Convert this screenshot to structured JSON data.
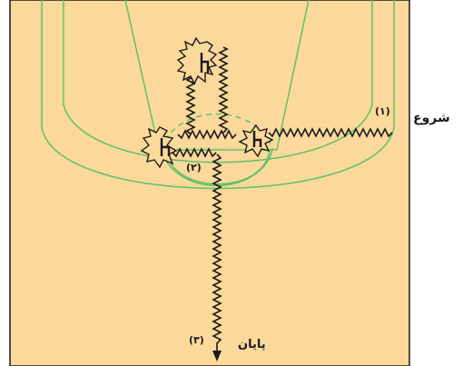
{
  "labels": {
    "start": "شروع",
    "finish": "پایان",
    "step1": "(۱)",
    "step2": "(۲)",
    "step3": "(۳)"
  },
  "colors": {
    "court_fill": "#fbd99a",
    "court_border": "#1a1a1a",
    "court_lines": "#5fbf6b",
    "path": "#1a1a1a"
  },
  "icons": [
    "cone-marker-top",
    "cone-marker-left",
    "cone-marker-right",
    "arrow-down"
  ]
}
